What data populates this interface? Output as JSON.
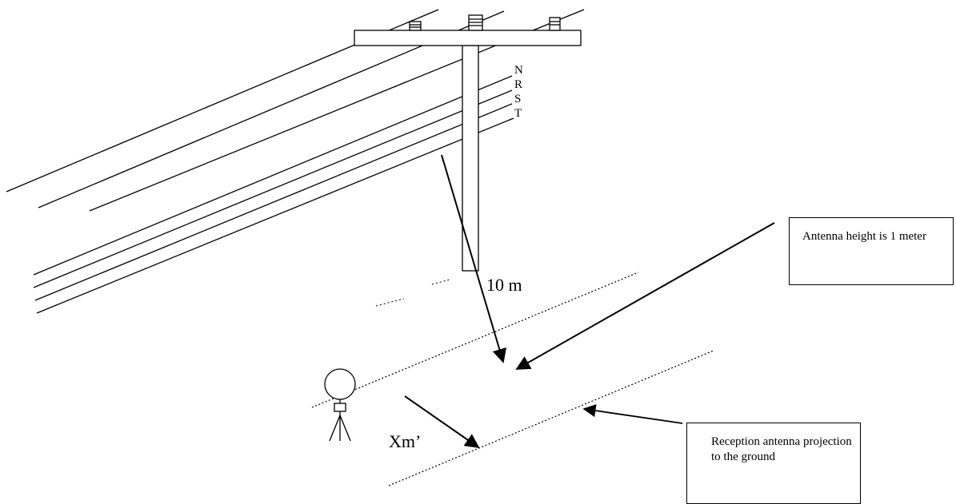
{
  "diagram": {
    "phase_labels": [
      "N",
      "R",
      "S",
      "T"
    ],
    "distance_label": "10 m",
    "offset_label": "Xm’",
    "antenna_height_note": "Antenna height is 1 meter",
    "reception_note": "Reception antenna projection to the ground"
  },
  "colors": {
    "line": "#000000",
    "background": "#ffffff"
  }
}
